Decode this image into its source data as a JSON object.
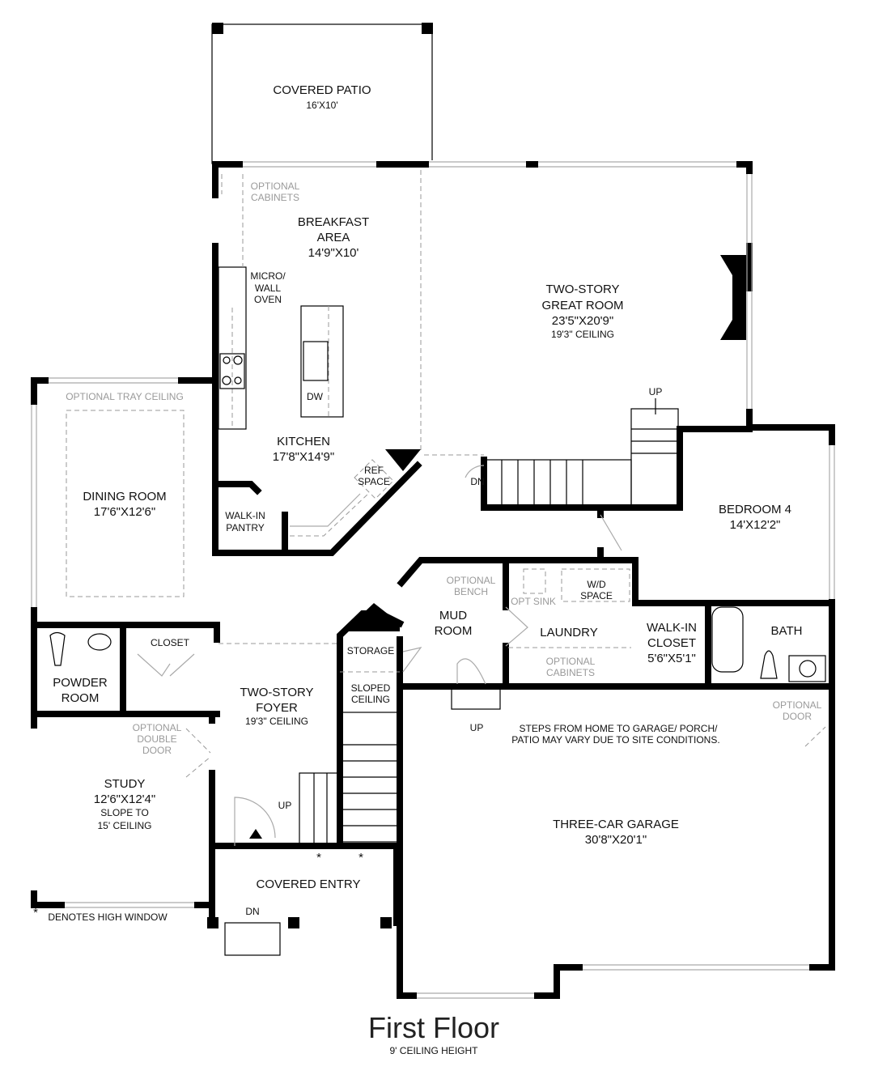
{
  "title": "First Floor",
  "subtitle": "9' CEILING HEIGHT",
  "rooms": {
    "patio": {
      "name": "COVERED PATIO",
      "size": "16'X10'"
    },
    "breakfast": {
      "line1": "BREAKFAST",
      "line2": "AREA",
      "size": "14'9\"X10'"
    },
    "great": {
      "line1": "TWO-STORY",
      "line2": "GREAT ROOM",
      "size": "23'5\"X20'9\"",
      "ceiling": "19'3\" CEILING"
    },
    "kitchen": {
      "name": "KITCHEN",
      "size": "17'8\"X14'9\""
    },
    "dining": {
      "name": "DINING ROOM",
      "size": "17'6\"X12'6\""
    },
    "bedroom4": {
      "name": "BEDROOM 4",
      "size": "14'X12'2\""
    },
    "pantry": {
      "line1": "WALK-IN",
      "line2": "PANTRY"
    },
    "mud": {
      "line1": "MUD",
      "line2": "ROOM"
    },
    "laundry": {
      "name": "LAUNDRY"
    },
    "closet_wi": {
      "line1": "WALK-IN",
      "line2": "CLOSET",
      "size": "5'6\"X5'1\""
    },
    "bath": {
      "name": "BATH"
    },
    "closet": {
      "name": "CLOSET"
    },
    "powder": {
      "line1": "POWDER",
      "line2": "ROOM"
    },
    "storage": {
      "name": "STORAGE"
    },
    "sloped": {
      "line1": "SLOPED",
      "line2": "CEILING"
    },
    "foyer": {
      "line1": "TWO-STORY",
      "line2": "FOYER",
      "ceiling": "19'3\" CEILING"
    },
    "study": {
      "name": "STUDY",
      "size": "12'6\"X12'4\"",
      "line3": "SLOPE TO",
      "line4": "15' CEILING"
    },
    "entry": {
      "name": "COVERED ENTRY"
    },
    "garage": {
      "name": "THREE-CAR GARAGE",
      "size": "30'8\"X20'1\""
    }
  },
  "labels": {
    "opt_cabinets_top": [
      "OPTIONAL",
      "CABINETS"
    ],
    "micro": [
      "MICRO/",
      "WALL",
      "OVEN"
    ],
    "dw": "DW",
    "ref": [
      "REF",
      "SPACE"
    ],
    "tray": "OPTIONAL TRAY CEILING",
    "opt_bench": [
      "OPTIONAL",
      "BENCH"
    ],
    "opt_sink": "OPT SINK",
    "wd": [
      "W/D",
      "SPACE"
    ],
    "opt_cabinets_laundry": [
      "OPTIONAL",
      "CABINETS"
    ],
    "opt_double_door": [
      "OPTIONAL",
      "DOUBLE",
      "DOOR"
    ],
    "opt_door": [
      "OPTIONAL",
      "DOOR"
    ],
    "up": "UP",
    "dn": "DN",
    "steps_note": [
      "STEPS FROM HOME TO GARAGE/ PORCH/",
      "PATIO MAY VARY DUE TO SITE CONDITIONS."
    ],
    "high_window": "DENOTES HIGH WINDOW",
    "asterisk": "*"
  }
}
